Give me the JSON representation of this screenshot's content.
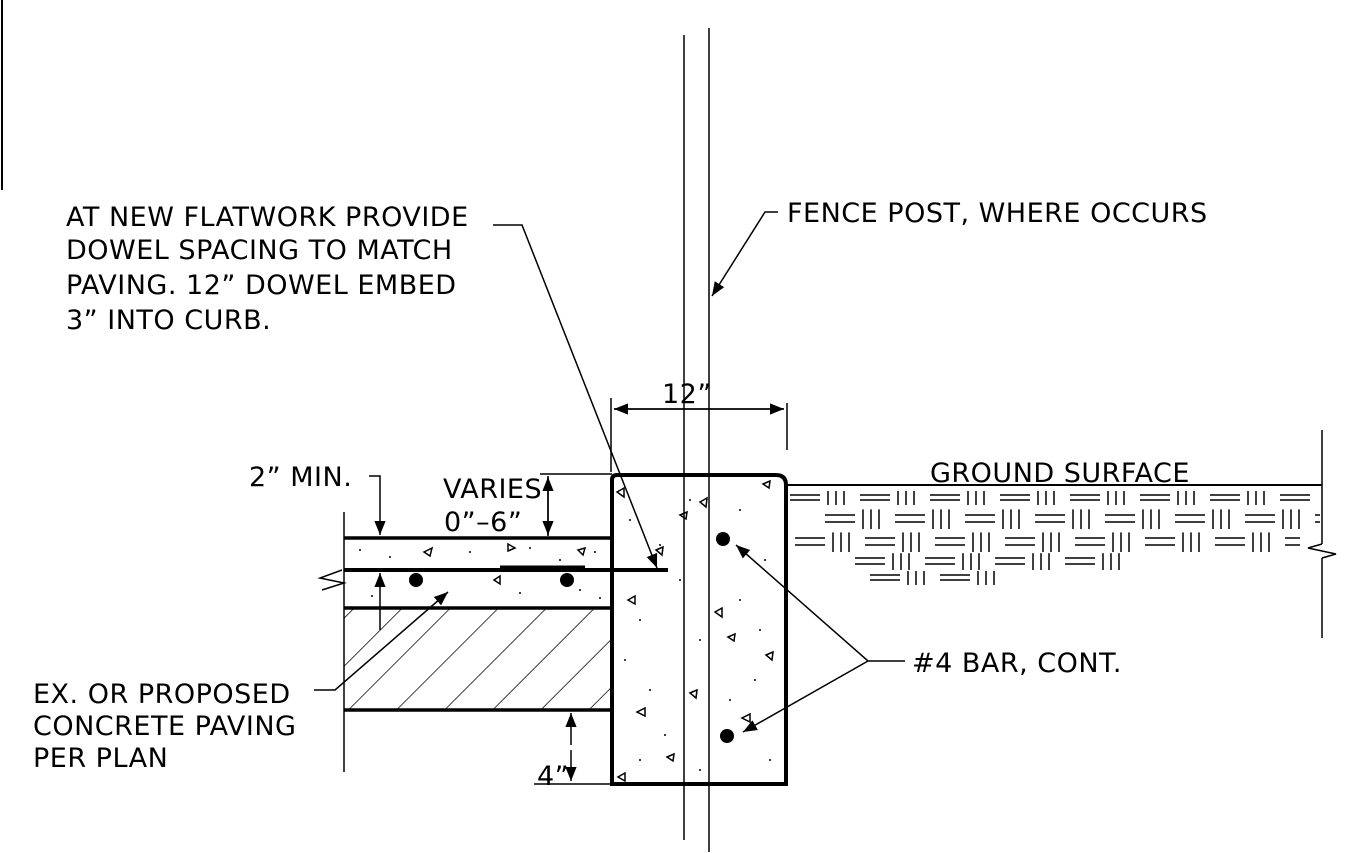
{
  "labels": {
    "dowel_note": [
      "AT NEW FLATWORK PROVIDE",
      "DOWEL SPACING TO MATCH",
      "PAVING. 12” DOWEL EMBED",
      "3” INTO CURB."
    ],
    "fence_post": "FENCE POST, WHERE OCCURS",
    "width_dim": "12”",
    "min_depth": "2” MIN.",
    "varies": [
      "VARIES",
      "0”–6”"
    ],
    "ground_surface": "GROUND SURFACE",
    "paving_note": [
      "EX. OR PROPOSED",
      "CONCRETE PAVING",
      "PER PLAN"
    ],
    "bar_note": "#4 BAR, CONT.",
    "bottom_dim": "4”"
  },
  "colors": {
    "line": "#000000",
    "background": "#ffffff"
  }
}
